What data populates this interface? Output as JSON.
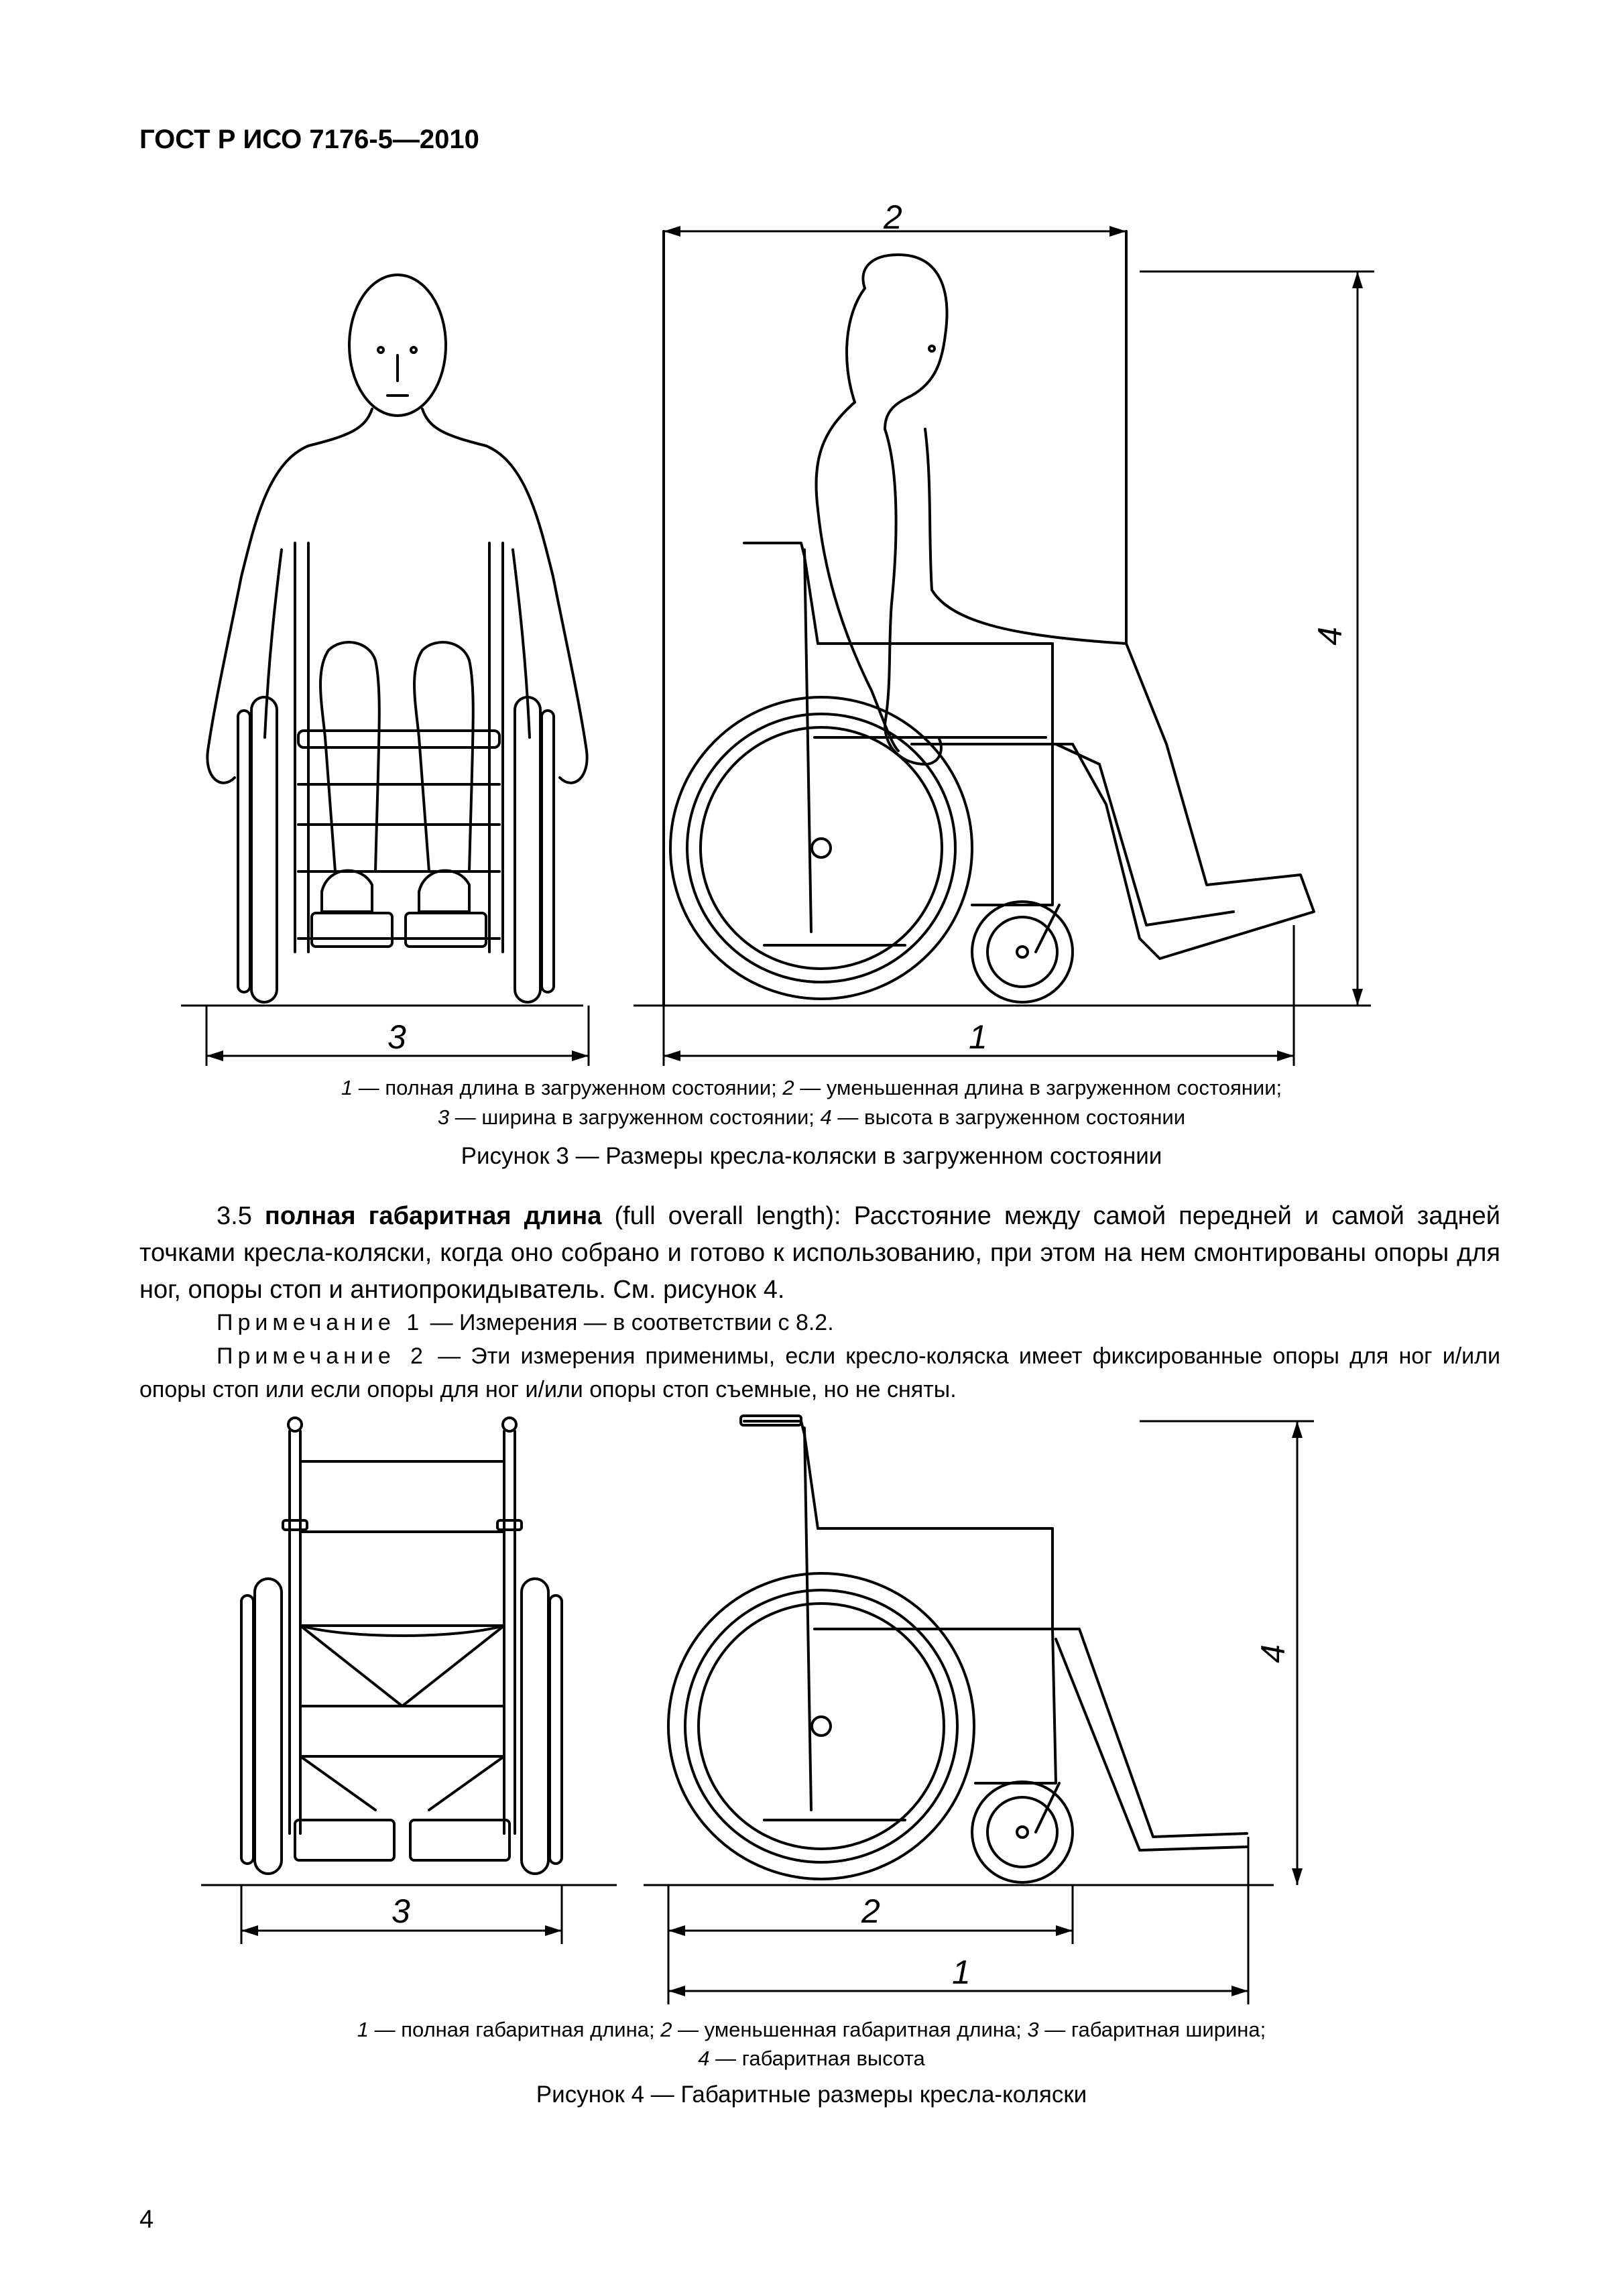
{
  "header": {
    "standard_code": "ГОСТ Р ИСО 7176-5—2010"
  },
  "figure3": {
    "dim_labels": {
      "d1": "1",
      "d2": "2",
      "d3": "3",
      "d4": "4"
    },
    "legend_line1": {
      "n1": "1",
      "t1": " — полная длина в загруженном состоянии; ",
      "n2": "2",
      "t2": " — уменьшенная  длина в загруженном состоянии;"
    },
    "legend_line2": {
      "n3": "3",
      "t3": " — ширина в загруженном состоянии; ",
      "n4": "4",
      "t4": " — высота в загруженном состоянии"
    },
    "caption": "Рисунок 3 — Размеры кресла-коляски в загруженном состоянии"
  },
  "section_3_5": {
    "number": "3.5 ",
    "term": "полная габаритная длина",
    "body": " (full overall length): Расстояние между самой передней и самой задней точками кресла-коляски, когда оно собрано и готово к использованию, при этом на нем смонтированы опоры для ног, опоры стоп и антиопрокидыватель. См. рисунок 4."
  },
  "notes": [
    {
      "label": "Примечание 1",
      "text": " — Измерения — в соответствии с 8.2."
    },
    {
      "label": "Примечание 2",
      "text": " — Эти измерения применимы, если кресло-коляска имеет фиксированные опоры для ног и/или опоры стоп или если опоры для ног и/или опоры стоп съемные, но не сняты."
    }
  ],
  "figure4": {
    "dim_labels": {
      "d1": "1",
      "d2": "2",
      "d3": "3",
      "d4": "4"
    },
    "legend_line1": {
      "n1": "1",
      "t1": " — полная габаритная длина; ",
      "n2": "2",
      "t2": " — уменьшенная габаритная длина; ",
      "n3": "3",
      "t3": " — габаритная ширина;"
    },
    "legend_line2": {
      "n4": "4",
      "t4": " — габаритная высота"
    },
    "caption": "Рисунок 4 — Габаритные размеры кресла-коляски"
  },
  "page_number": "4"
}
